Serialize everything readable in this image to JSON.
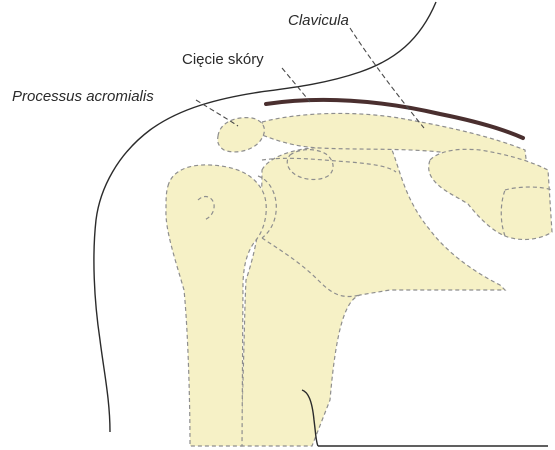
{
  "labels": {
    "clavicula": "Clavicula",
    "skin_incision": "Cięcie skóry",
    "acromion": "Processus acromialis"
  },
  "colors": {
    "bone_fill": "#f6f1c6",
    "incision_line": "#4a2f2f",
    "outline": "#2b2b2b"
  }
}
